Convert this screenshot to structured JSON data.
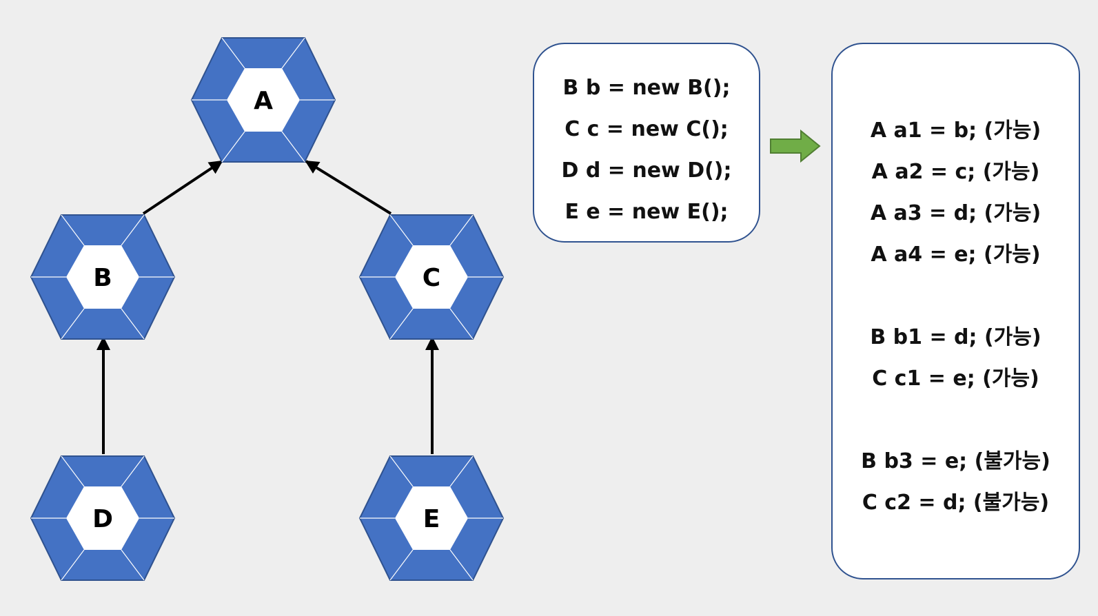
{
  "nodes": {
    "a": "A",
    "b": "B",
    "c": "C",
    "d": "D",
    "e": "E"
  },
  "code_lines": [
    "B b = new B();",
    "C c = new C();",
    "D d = new D();",
    "E e = new E();"
  ],
  "results": {
    "group1": [
      "A a1 = b; (가능)",
      "A a2 = c; (가능)",
      "A a3 = d; (가능)",
      "A a4 = e; (가능)"
    ],
    "group2": [
      "B b1 = d; (가능)",
      "C c1 = e; (가능)"
    ],
    "group3": [
      "B b3 = e; (불가능)",
      "C c2 = d; (불가능)"
    ]
  },
  "colors": {
    "hex_fill": "#4472c4",
    "hex_line": "#ffffff",
    "arrow_green": "#70ad47",
    "box_border": "#2f528f"
  }
}
